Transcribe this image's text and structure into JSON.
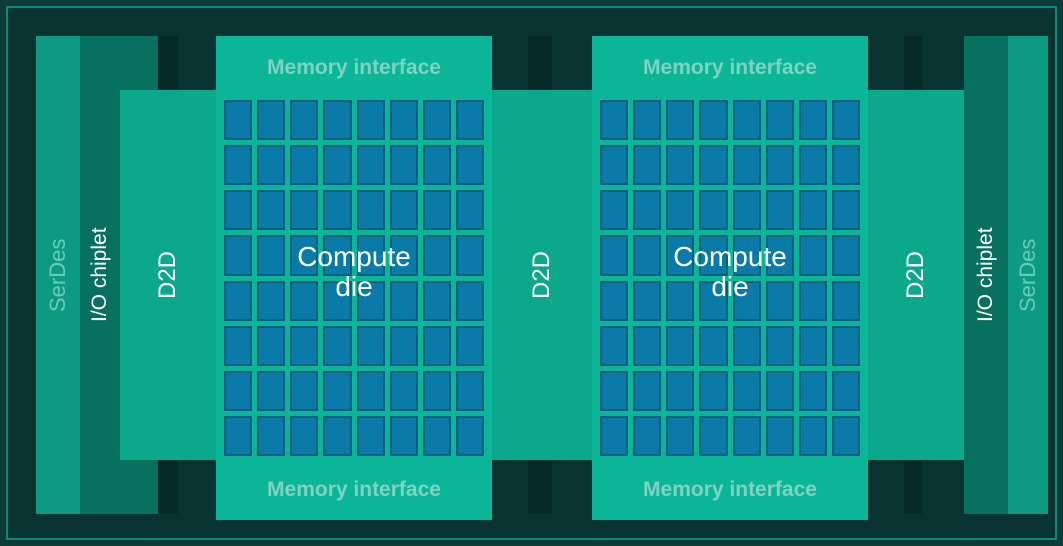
{
  "blocks": {
    "memory_interface_label": "Memory interface",
    "compute_die_line1": "Compute",
    "compute_die_line2": "die",
    "d2d_label": "D2D",
    "io_chiplet_label": "I/O chiplet",
    "serdes_label": "SerDes"
  },
  "grid": {
    "rows": 8,
    "cols": 8
  },
  "colors": {
    "background": "#0e3a37",
    "serdes": "#0c9b82",
    "io_chiplet": "#08705f",
    "d2d": "#0ba88c",
    "compute_die": "#0bb598",
    "memory_text": "#7fd3c1",
    "core_cell": "#0a7aa8"
  }
}
